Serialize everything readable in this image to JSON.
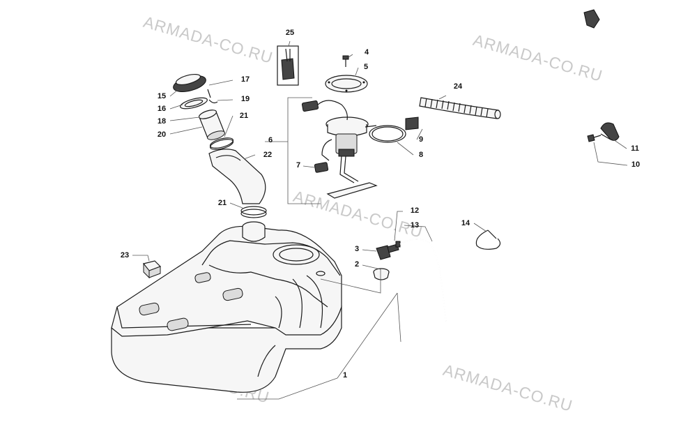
{
  "watermark": "ARMADA-CO.RU",
  "callouts": {
    "c1": "1",
    "c2": "2",
    "c3": "3",
    "c4": "4",
    "c5": "5",
    "c6": "6",
    "c7": "7",
    "c8": "8",
    "c9": "9",
    "c10": "10",
    "c11": "11",
    "c12": "12",
    "c13": "13",
    "c14": "14",
    "c15": "15",
    "c16": "16",
    "c17": "17",
    "c18": "18",
    "c19": "19",
    "c20": "20",
    "c21a": "21",
    "c21b": "21",
    "c22": "22",
    "c23": "23",
    "c24": "24",
    "c25": "25"
  }
}
